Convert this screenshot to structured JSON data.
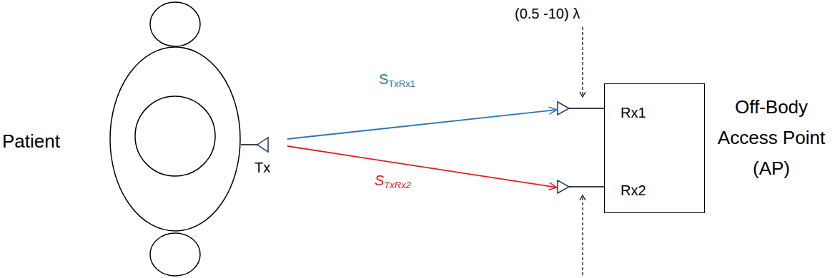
{
  "diagram": {
    "nodes": [
      {
        "text": [
          "Patient"
        ]
      },
      {
        "text": [
          "Tx"
        ]
      },
      {
        "text": [
          "Off-Body Access Point (AP)"
        ]
      },
      {
        "text": [
          "Rx1"
        ],
        "in": 2
      },
      {
        "text": [
          "Rx2"
        ],
        "in": 2
      }
    ],
    "edges": [
      {
        "from": 1,
        "to": 3,
        "label": "STxRx1",
        "arrow": "to"
      },
      {
        "from": 1,
        "to": 4,
        "label": "STxRx2",
        "arrow": "to"
      }
    ],
    "labels": [
      "(0.5 -10) λ"
    ]
  }
}
